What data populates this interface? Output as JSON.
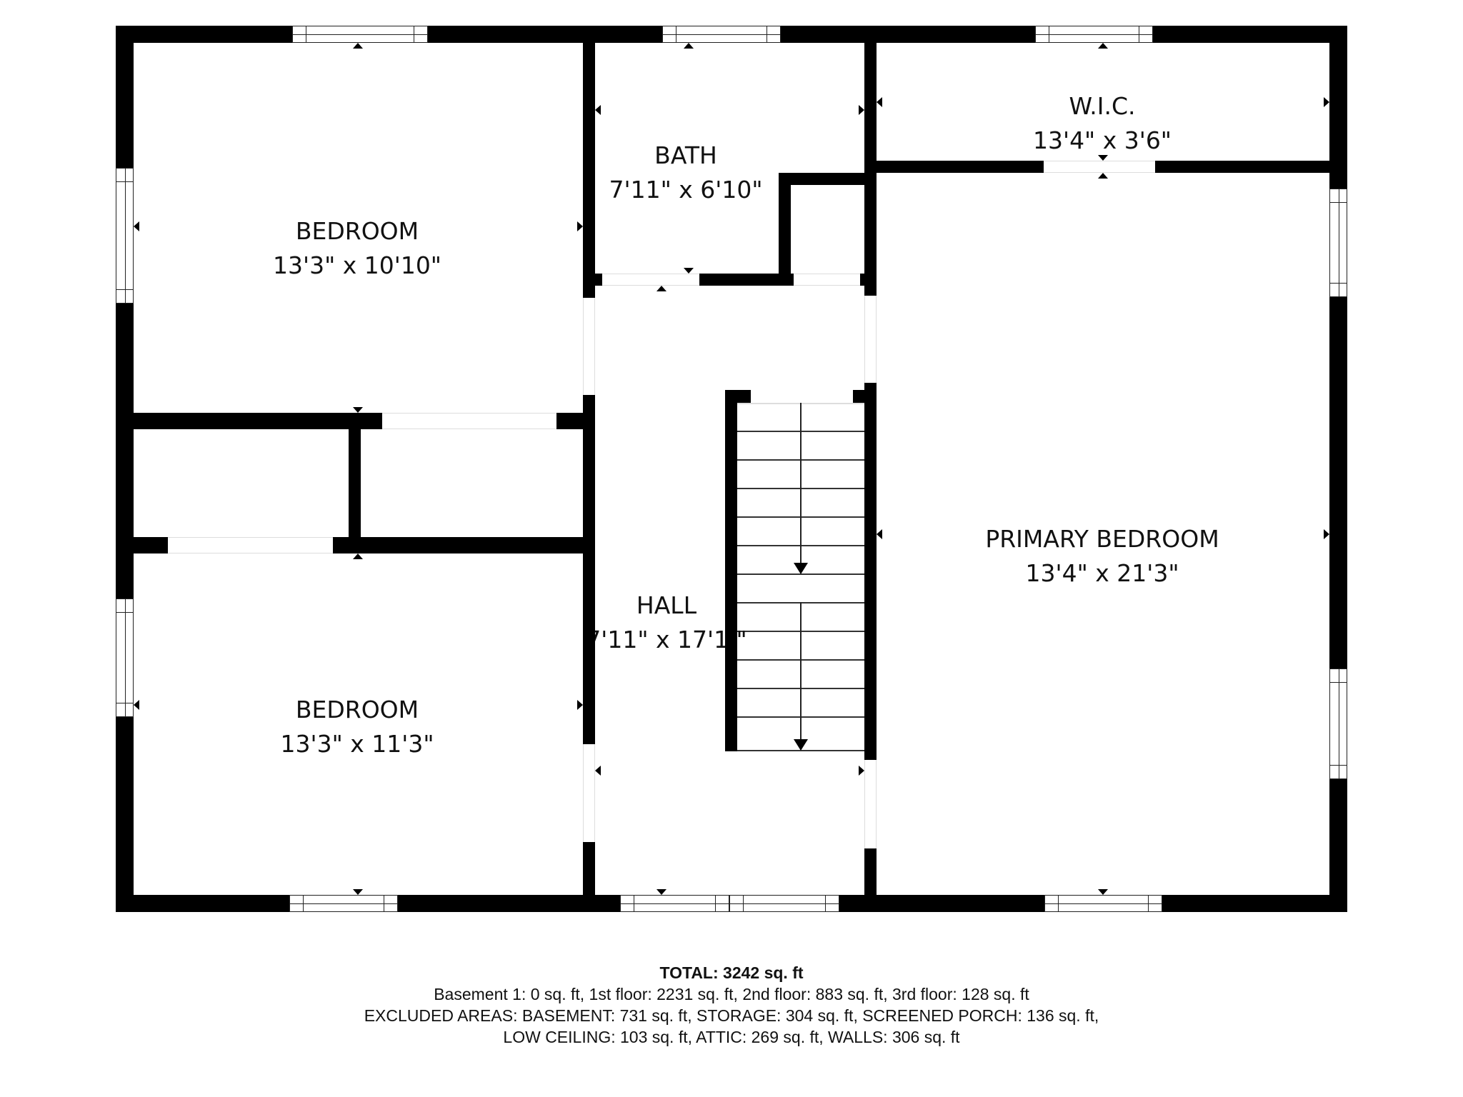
{
  "floorplan": {
    "rooms": [
      {
        "name": "BEDROOM",
        "dimensions": "13'3\" x 10'10\""
      },
      {
        "name": "BATH",
        "dimensions": "7'11\" x 6'10\""
      },
      {
        "name": "W.I.C.",
        "dimensions": "13'4\" x 3'6\""
      },
      {
        "name": "PRIMARY BEDROOM",
        "dimensions": "13'4\" x 21'3\""
      },
      {
        "name": "HALL",
        "dimensions": "7'11\" x 17'1  \""
      },
      {
        "name": "BEDROOM",
        "dimensions": "13'3\" x 11'3\""
      }
    ]
  },
  "summary": {
    "total": "TOTAL: 3242 sq. ft",
    "floors": "Basement 1: 0 sq. ft, 1st floor: 2231 sq. ft, 2nd floor: 883 sq. ft, 3rd floor: 128 sq. ft",
    "excluded_1": "EXCLUDED AREAS: BASEMENT: 731 sq. ft, STORAGE: 304 sq. ft, SCREENED PORCH: 136 sq. ft,",
    "excluded_2": "LOW CEILING: 103 sq. ft, ATTIC: 269 sq. ft, WALLS: 306 sq. ft"
  },
  "colors": {
    "wall": "#000000",
    "background": "#ffffff",
    "text": "#111111"
  }
}
